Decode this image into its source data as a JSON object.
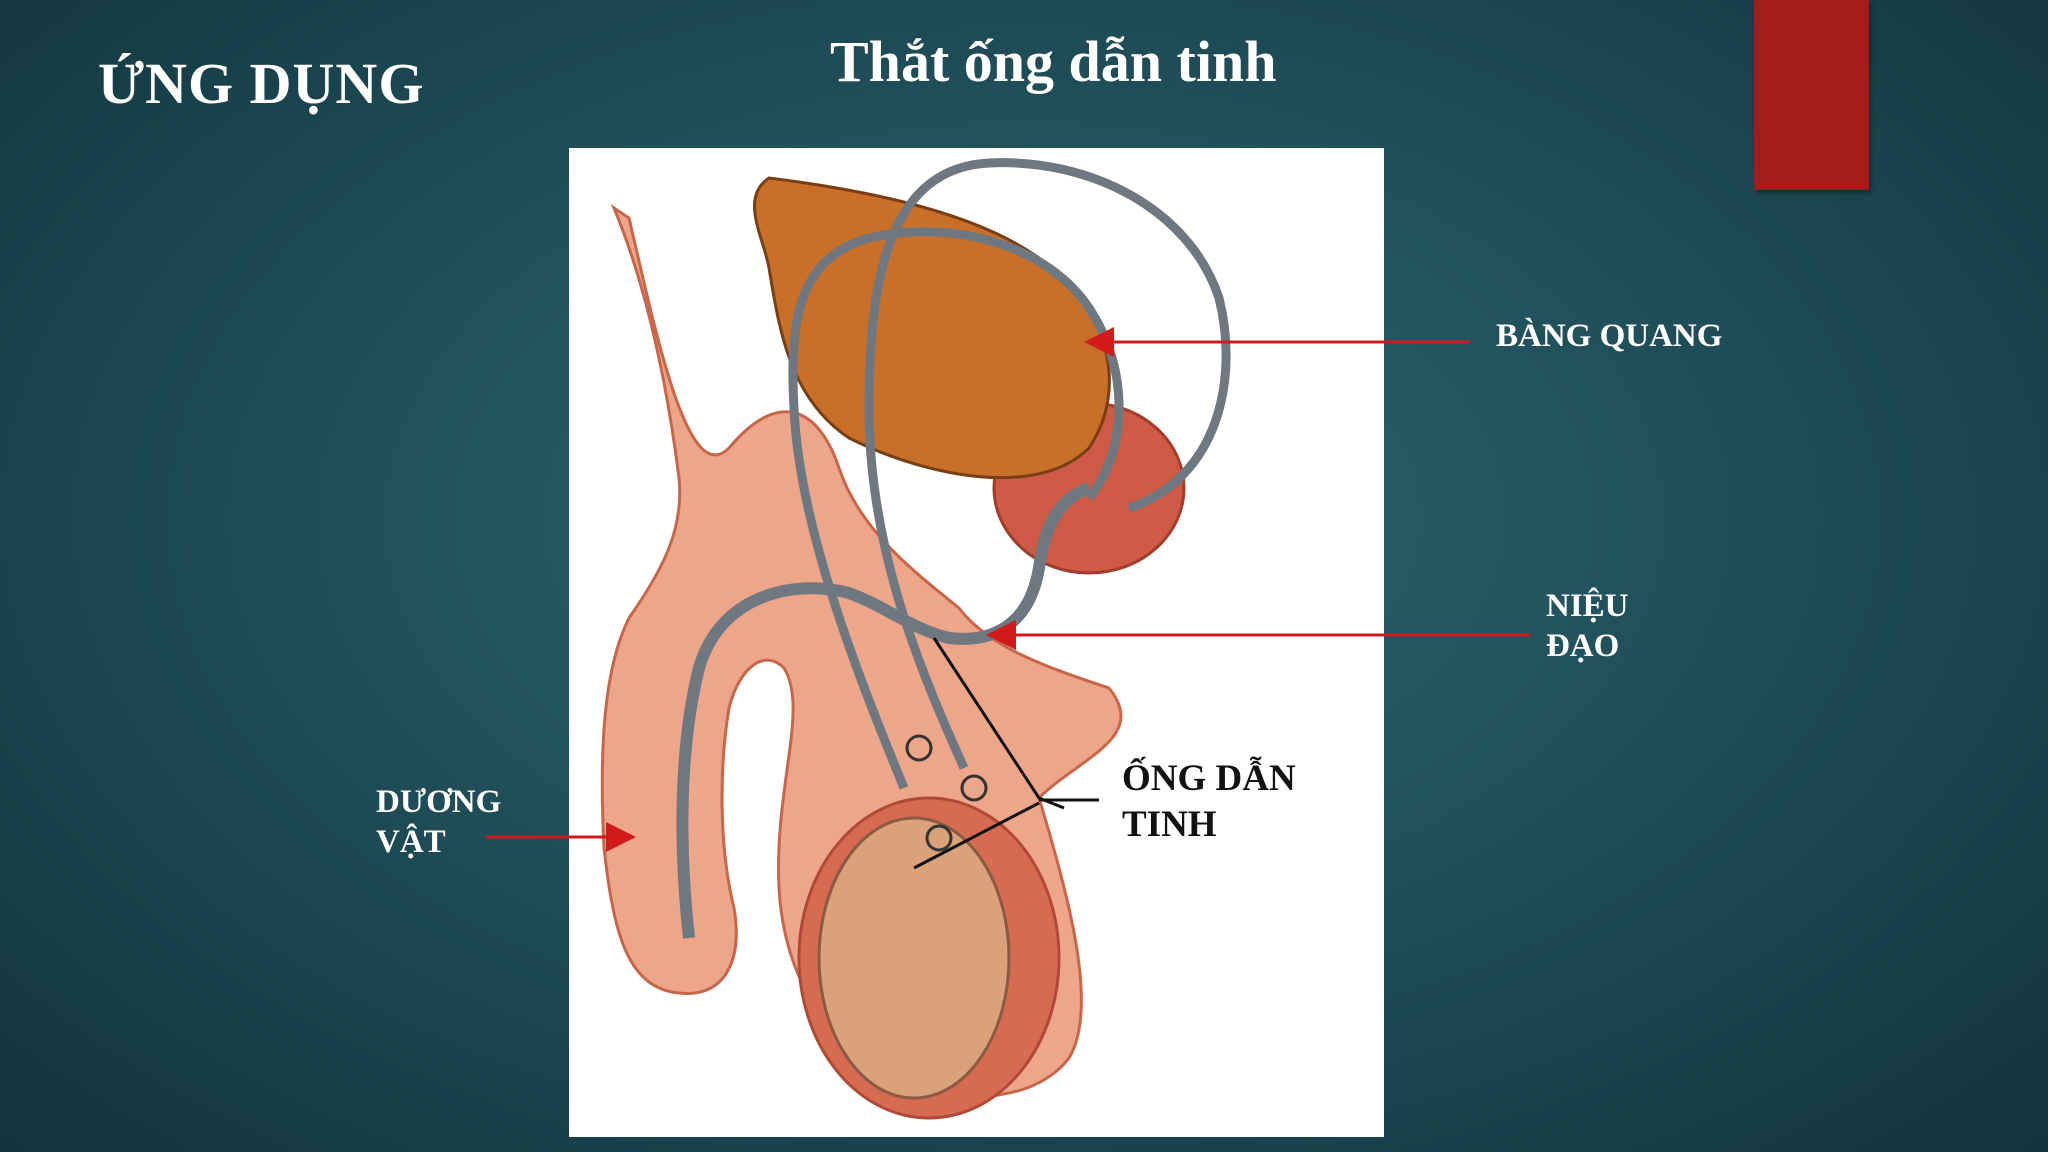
{
  "slide": {
    "title": "ỨNG DỤNG",
    "subtitle": "Thắt ống dẫn tinh",
    "accent_color": "#a51b1b"
  },
  "labels": {
    "bladder": "BÀNG QUANG",
    "urethra_line1": "NIỆU",
    "urethra_line2": "ĐẠO",
    "penis_line1": "DƯƠNG",
    "penis_line2": "VẬT",
    "vas_line1": "ỐNG DẪN",
    "vas_line2": "TINH"
  },
  "colors": {
    "arrow": "#d11a1a",
    "panel": "#ffffff",
    "tube": "#6f7880",
    "bladder": "#c8702a",
    "tissue": "#e8a07a"
  }
}
